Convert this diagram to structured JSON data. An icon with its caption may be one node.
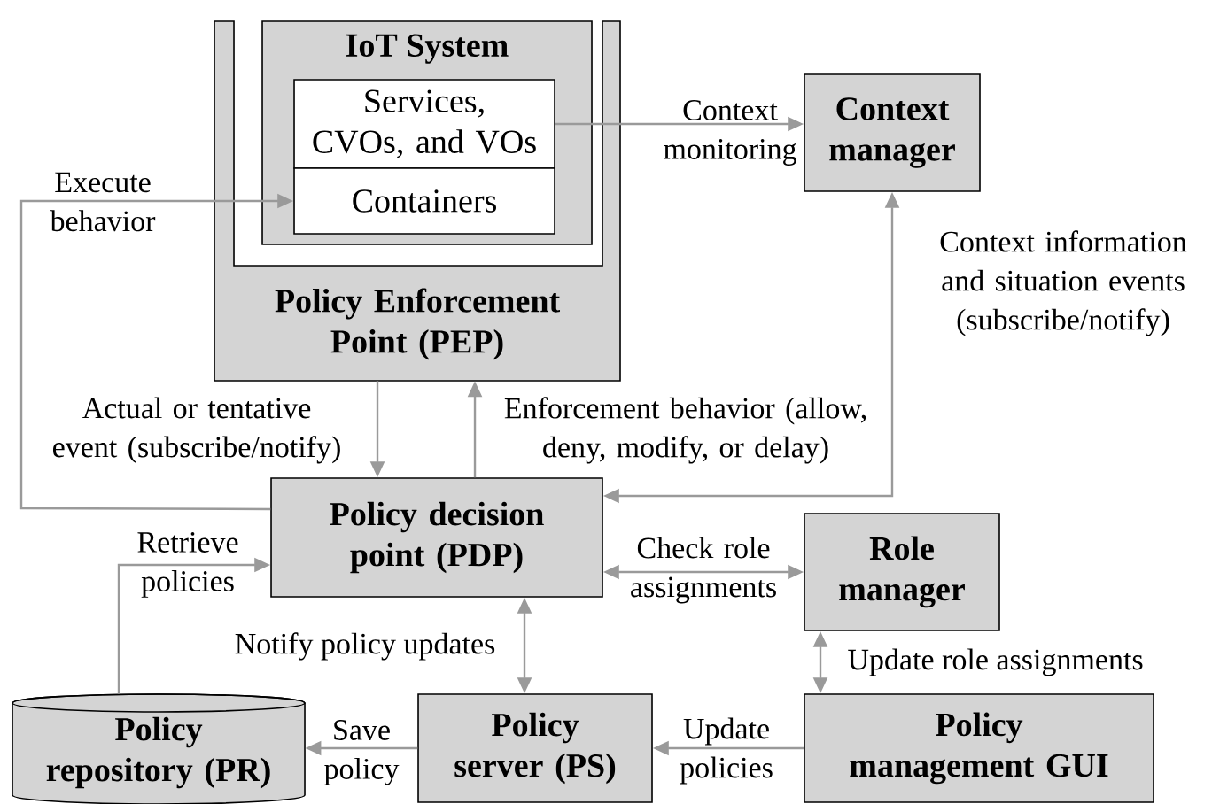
{
  "diagram": {
    "nodes": [
      {
        "text": [
          "Policy Enforcement Point (PEP)"
        ]
      },
      {
        "text": [
          "IoT System"
        ],
        "in": 0
      },
      {
        "text": [
          "Services, CVOs, and VOs"
        ],
        "in": 1
      },
      {
        "text": [
          "Containers"
        ],
        "in": 1
      },
      {
        "text": [
          "Context manager"
        ]
      },
      {
        "text": [
          "Policy decision point (PDP)"
        ]
      },
      {
        "text": [
          "Role manager"
        ]
      },
      {
        "text": [
          "Policy repository (PR)"
        ]
      },
      {
        "text": [
          "Policy server (PS)"
        ]
      },
      {
        "text": [
          "Policy management GUI"
        ]
      }
    ],
    "edges": [
      {
        "from": 2,
        "to": 4,
        "arrow": "to",
        "label": "Context monitoring"
      },
      {
        "from": 5,
        "to": 3,
        "arrow": "to",
        "label": "Execute behavior"
      },
      {
        "from": 0,
        "to": 5,
        "arrow": "to",
        "label": "Actual or tentative event (subscribe/notify)"
      },
      {
        "from": 5,
        "to": 0,
        "arrow": "to",
        "label": "Enforcement behavior (allow, deny, modify, or delay)"
      },
      {
        "from": 4,
        "to": 5,
        "arrow": "both",
        "label": "Context information and situation events (subscribe/notify)"
      },
      {
        "from": 5,
        "to": 6,
        "arrow": "both",
        "label": "Check role assignments"
      },
      {
        "from": 7,
        "to": 5,
        "arrow": "to",
        "label": "Retrieve policies"
      },
      {
        "from": 5,
        "to": 8,
        "arrow": "both",
        "label": "Notify policy updates"
      },
      {
        "from": 8,
        "to": 7,
        "arrow": "to",
        "label": "Save policy"
      },
      {
        "from": 6,
        "to": 9,
        "arrow": "both",
        "label": "Update role assignments"
      },
      {
        "from": 9,
        "to": 8,
        "arrow": "to",
        "label": "Update policies"
      }
    ]
  }
}
